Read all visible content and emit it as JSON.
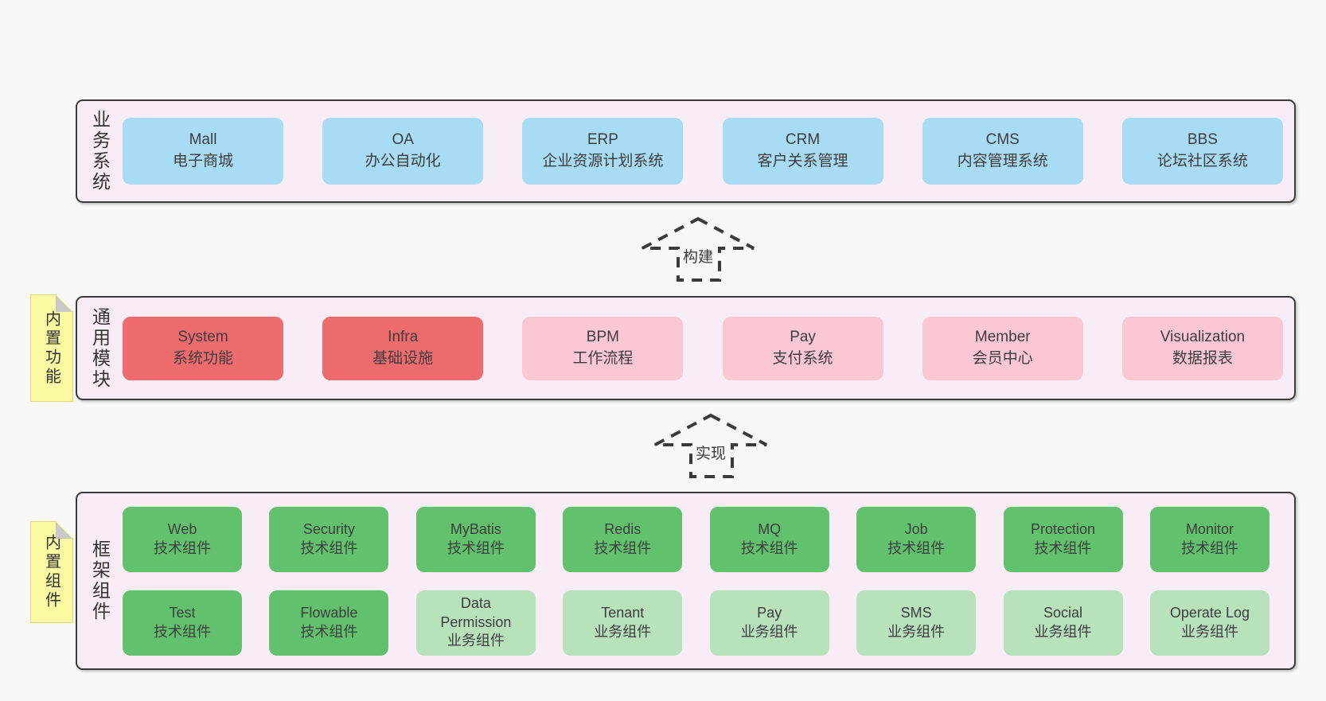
{
  "colors": {
    "page_bg": "#f8f8f8",
    "panel_bg": "#f8edf7",
    "panel_border": "#3b3b3b",
    "blue": "#a8dbf4",
    "red": "#ee6b6e",
    "pink": "#fbc7d2",
    "green": "#61c16c",
    "lightgreen": "#b7e2bb",
    "sticky_yellow": "#fbf9a1",
    "sticky_fold": "#c8c8c8",
    "text": "#3d3d3d"
  },
  "sections": {
    "business": {
      "label": "业务系统",
      "rows": [
        [
          {
            "title": "Mall",
            "subtitle": "电子商城",
            "color": "blue"
          },
          {
            "title": "OA",
            "subtitle": "办公自动化",
            "color": "blue"
          },
          {
            "title": "ERP",
            "subtitle": "企业资源计划系统",
            "color": "blue"
          },
          {
            "title": "CRM",
            "subtitle": "客户关系管理",
            "color": "blue"
          },
          {
            "title": "CMS",
            "subtitle": "内容管理系统",
            "color": "blue"
          },
          {
            "title": "BBS",
            "subtitle": "论坛社区系统",
            "color": "blue"
          }
        ]
      ]
    },
    "modules": {
      "label": "通用模块",
      "sticky": "内置功能",
      "rows": [
        [
          {
            "title": "System",
            "subtitle": "系统功能",
            "color": "red"
          },
          {
            "title": "Infra",
            "subtitle": "基础设施",
            "color": "red"
          },
          {
            "title": "BPM",
            "subtitle": "工作流程",
            "color": "pink"
          },
          {
            "title": "Pay",
            "subtitle": "支付系统",
            "color": "pink"
          },
          {
            "title": "Member",
            "subtitle": "会员中心",
            "color": "pink"
          },
          {
            "title": "Visualization",
            "subtitle": "数据报表",
            "color": "pink"
          }
        ]
      ]
    },
    "components": {
      "label": "框架组件",
      "sticky": "内置组件",
      "rows": [
        [
          {
            "title": "Web",
            "subtitle": "技术组件",
            "color": "green"
          },
          {
            "title": "Security",
            "subtitle": "技术组件",
            "color": "green"
          },
          {
            "title": "MyBatis",
            "subtitle": "技术组件",
            "color": "green"
          },
          {
            "title": "Redis",
            "subtitle": "技术组件",
            "color": "green"
          },
          {
            "title": "MQ",
            "subtitle": "技术组件",
            "color": "green"
          },
          {
            "title": "Job",
            "subtitle": "技术组件",
            "color": "green"
          },
          {
            "title": "Protection",
            "subtitle": "技术组件",
            "color": "green"
          },
          {
            "title": "Monitor",
            "subtitle": "技术组件",
            "color": "green"
          }
        ],
        [
          {
            "title": "Test",
            "subtitle": "技术组件",
            "color": "green"
          },
          {
            "title": "Flowable",
            "subtitle": "技术组件",
            "color": "green"
          },
          {
            "title": "Data Permission",
            "subtitle": "业务组件",
            "color": "lightgreen"
          },
          {
            "title": "Tenant",
            "subtitle": "业务组件",
            "color": "lightgreen"
          },
          {
            "title": "Pay",
            "subtitle": "业务组件",
            "color": "lightgreen"
          },
          {
            "title": "SMS",
            "subtitle": "业务组件",
            "color": "lightgreen"
          },
          {
            "title": "Social",
            "subtitle": "业务组件",
            "color": "lightgreen"
          },
          {
            "title": "Operate Log",
            "subtitle": "业务组件",
            "color": "lightgreen"
          }
        ]
      ]
    }
  },
  "arrows": {
    "build": {
      "label": "构建"
    },
    "implement": {
      "label": "实现"
    }
  }
}
